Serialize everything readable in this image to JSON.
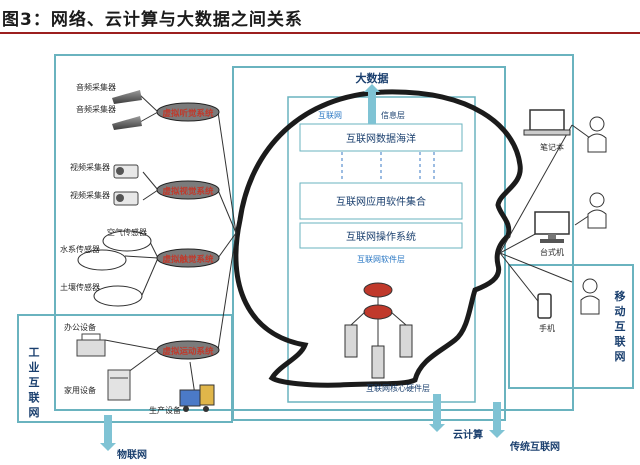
{
  "title": "图3：网络、云计算与大数据之间关系",
  "colors": {
    "frame_teal": "#6ab3bf",
    "arrow_blue": "#7fc3d4",
    "title_red": "#9c1f1f",
    "label_red": "#c0392b",
    "label_blue": "#2b78c4"
  },
  "sensors": {
    "audio": {
      "items": [
        "音频采集器",
        "音频采集器"
      ],
      "system": "虚拟听觉系统"
    },
    "video": {
      "items": [
        "视频采集器",
        "视频采集器"
      ],
      "system": "虚拟视觉系统"
    },
    "touch": {
      "items": [
        "空气传感器",
        "水系传感器",
        "土壤传感器"
      ],
      "system": "虚拟触觉系统"
    },
    "motion": {
      "items": [
        "办公设备",
        "家用设备",
        "生产设备"
      ],
      "system": "虚拟运动系统"
    }
  },
  "head": {
    "top_label": "互联网",
    "info_layer": "信息层",
    "layers": [
      "互联网数据海洋",
      "互联网应用软件集合",
      "互联网操作系统"
    ],
    "software_layer": "互联网软件层",
    "hardware_layer": "互联网核心硬件层"
  },
  "devices": [
    "笔记本",
    "台式机",
    "手机"
  ],
  "bottom_labels": {
    "big_data": "大数据",
    "cloud": "云计算",
    "iot": "物联网",
    "traditional": "传统互联网",
    "mobile": "移动互联网",
    "industrial": "工业互联网"
  }
}
